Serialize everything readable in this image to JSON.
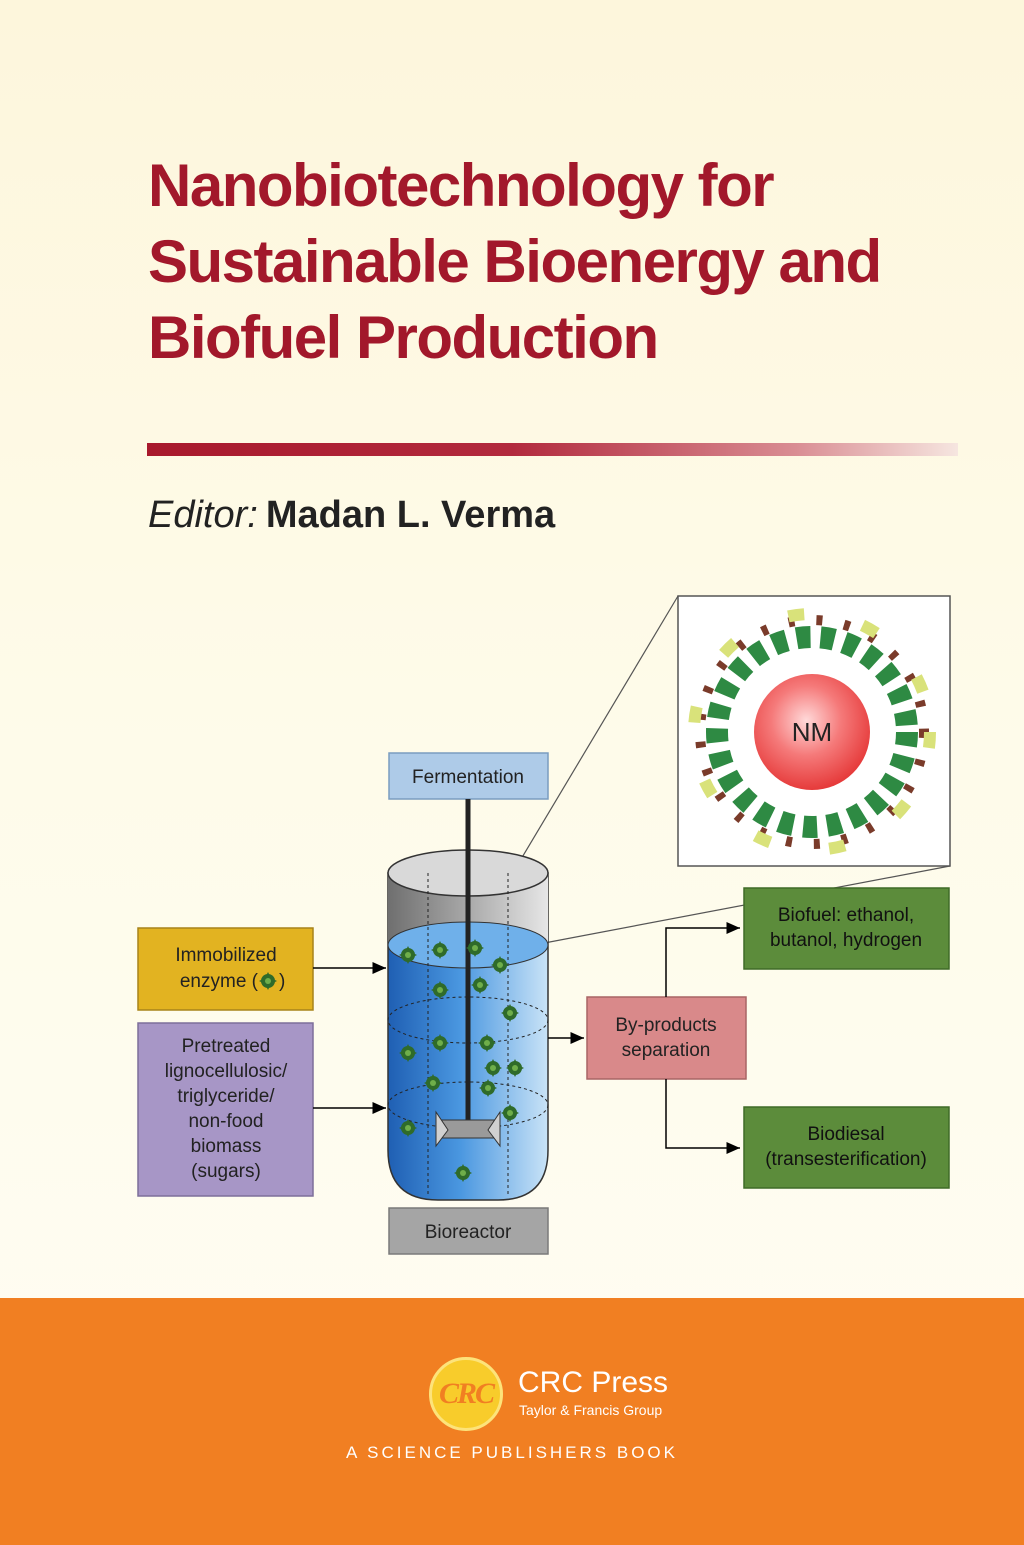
{
  "book": {
    "title_lines": [
      "Nanobiotechnology for",
      "Sustainable Bioenergy and",
      "Biofuel Production"
    ],
    "editor_label": "Editor:",
    "editor_name": "Madan L. Verma"
  },
  "diagram": {
    "fermentation": "Fermentation",
    "bioreactor": "Bioreactor",
    "immobilized_line1": "Immobilized",
    "immobilized_line2_a": "enzyme (",
    "immobilized_line2_b": ")",
    "pretreated_lines": [
      "Pretreated",
      "lignocellulosic/",
      "triglyceride/",
      "non-food",
      "biomass",
      "(sugars)"
    ],
    "byproducts_lines": [
      "By-products",
      "separation"
    ],
    "biofuel_lines": [
      "Biofuel: ethanol,",
      "butanol, hydrogen"
    ],
    "biodiesel_lines": [
      "Biodiesal",
      "(transesterification)"
    ],
    "nm_label": "NM"
  },
  "publisher": {
    "logo_text": "CRC",
    "name": "CRC Press",
    "group": "Taylor & Francis Group",
    "series": "A SCIENCE PUBLISHERS BOOK"
  },
  "colors": {
    "title": "#a2182b",
    "orange_band": "#f17f22",
    "immobilized_box": "#e2b321",
    "pretreated_box": "#a796c6",
    "byproducts_box": "#d9898a",
    "output_box": "#5c8c3b",
    "label_box_blue": "#aecbe8",
    "label_box_grey": "#a5a5a5"
  }
}
